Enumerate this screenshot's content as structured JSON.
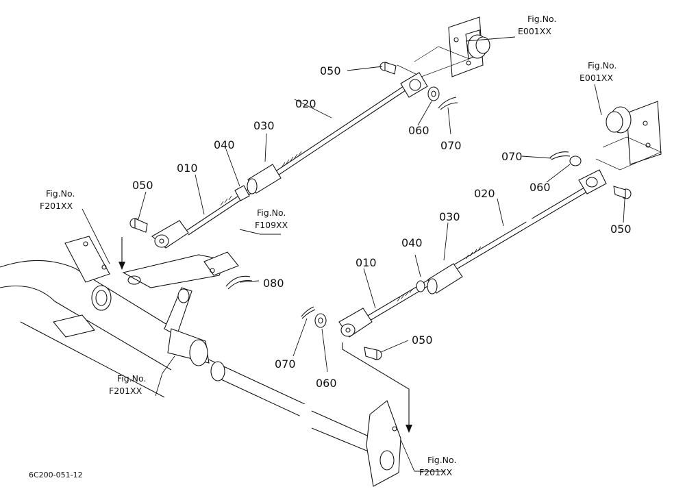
{
  "drawing_number": "6C200-051-12",
  "part_labels": {
    "p010_a": "010",
    "p020_a": "020",
    "p030_a": "030",
    "p040_a": "040",
    "p050_a1": "050",
    "p050_a2": "050",
    "p060_a": "060",
    "p070_a": "070",
    "p080": "080",
    "p010_b": "010",
    "p020_b": "020",
    "p030_b": "030",
    "p040_b": "040",
    "p050_b1": "050",
    "p050_b2": "050",
    "p060_b1": "060",
    "p060_b2": "060",
    "p070_b1": "070",
    "p070_b2": "070"
  },
  "figure_refs": {
    "ref1": {
      "label": "Fig.No.",
      "code": "E001XX"
    },
    "ref2": {
      "label": "Fig.No.",
      "code": "E001XX"
    },
    "ref3": {
      "label": "Fig.No.",
      "code": "F201XX"
    },
    "ref4": {
      "label": "Fig.No.",
      "code": "F109XX"
    },
    "ref5": {
      "label": "Fig.No.",
      "code": "F201XX"
    },
    "ref6": {
      "label": "Fig.No.",
      "code": "F201XX"
    }
  }
}
